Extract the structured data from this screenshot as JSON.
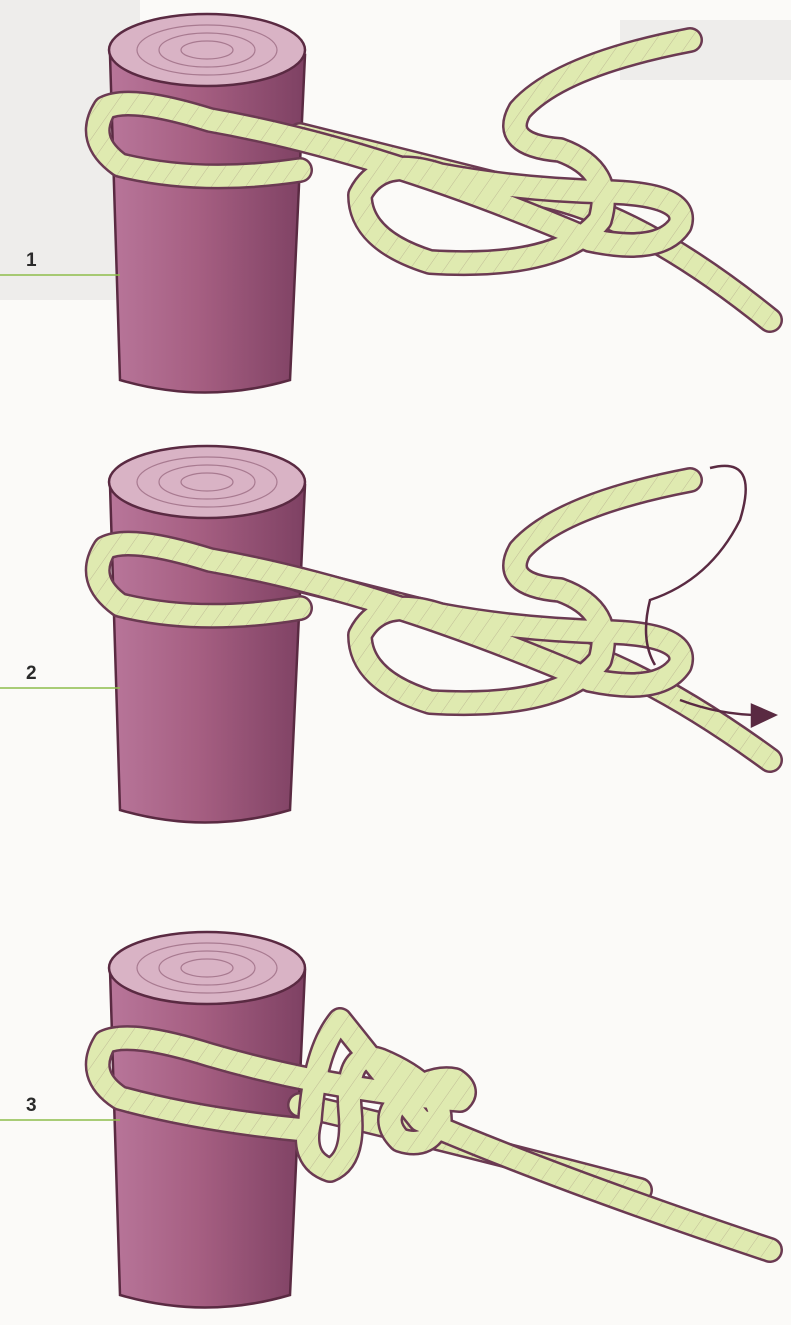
{
  "steps": [
    {
      "number": "1"
    },
    {
      "number": "2"
    },
    {
      "number": "3"
    }
  ],
  "colors": {
    "post_body": "#a65f82",
    "post_shadow": "#7a3f5e",
    "post_top": "#d9b3c5",
    "rope_fill": "#dfeab0",
    "rope_core": "#c4d98a",
    "rope_outline": "#6b3a52",
    "guide_line": "#8dbd4a",
    "arrow": "#5a2a42",
    "background": "#fbfaf8"
  },
  "icons": [
    "post-icon",
    "rope-icon",
    "arrow-icon"
  ]
}
